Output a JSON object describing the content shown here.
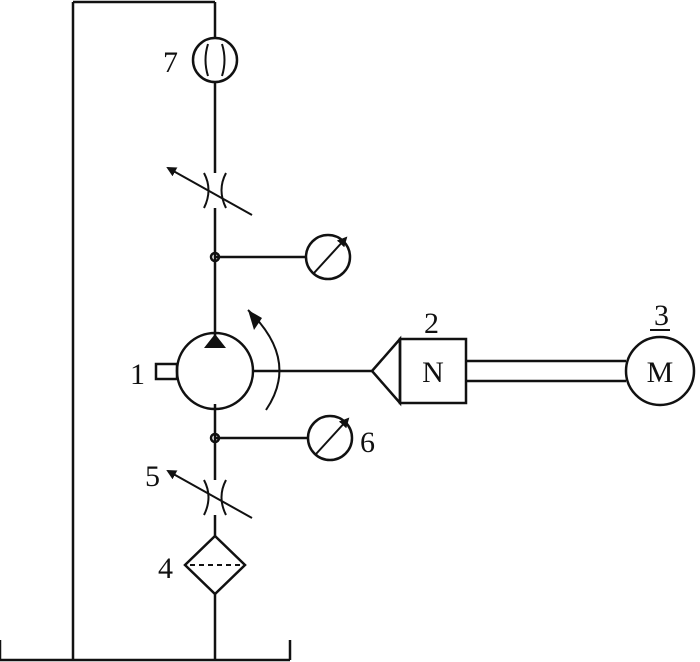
{
  "labels": {
    "pump": "1",
    "torque_meter": "2",
    "motor": "3",
    "filter": "4",
    "throttle_inlet": "5",
    "gauge_inlet": "6",
    "flow_meter": "7"
  },
  "torque_meter_symbol": "N",
  "motor_symbol": "M"
}
